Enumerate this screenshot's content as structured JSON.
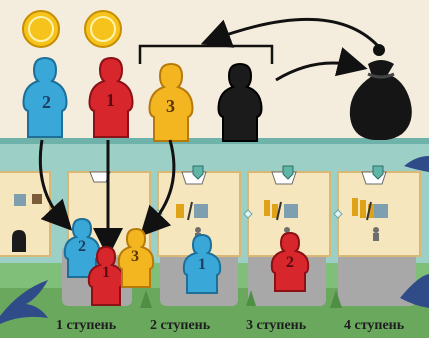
{
  "pieces": {
    "top": [
      {
        "color": "#39a7d8",
        "dark": "#1d6f97",
        "number": "2",
        "coin": true
      },
      {
        "color": "#d8262d",
        "dark": "#8c1116",
        "number": "1",
        "coin": true
      },
      {
        "color": "#f3b621",
        "dark": "#b67a0a",
        "number": "3",
        "coin": false
      },
      {
        "color": "#1b1b1b",
        "dark": "#000000",
        "number": "",
        "coin": false
      }
    ],
    "board": [
      {
        "color": "#39a7d8",
        "dark": "#1d6f97",
        "number": "2"
      },
      {
        "color": "#d8262d",
        "dark": "#8c1116",
        "number": "1"
      },
      {
        "color": "#f3b621",
        "dark": "#b67a0a",
        "number": "3"
      },
      {
        "color": "#39a7d8",
        "dark": "#1d6f97",
        "number": "1"
      },
      {
        "color": "#d8262d",
        "dark": "#8c1116",
        "number": "2"
      }
    ]
  },
  "labels": {
    "step1": "1 ступень",
    "step2": "2 ступень",
    "step3": "3 ступень",
    "step4": "4 ступень"
  },
  "colors": {
    "board_teal": "#9ccfc6",
    "card_cream": "#f6e6bd",
    "coin_gold": "#f6c21c",
    "bag_black": "#151515"
  },
  "icons": [
    "coin-icon",
    "bag-icon",
    "arrow-icon",
    "shield-icon",
    "worker-icon",
    "tool-icon"
  ]
}
